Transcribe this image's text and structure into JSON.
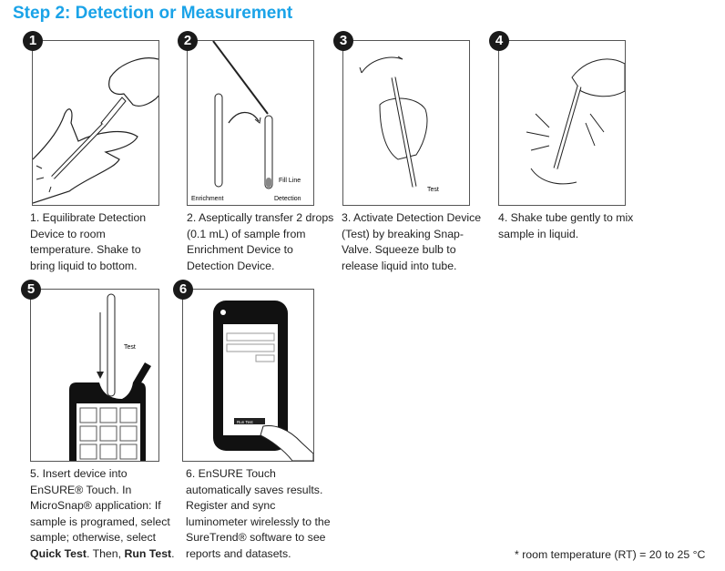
{
  "title": "Step 2: Detection or Measurement",
  "steps": [
    {
      "number": "1",
      "caption": "1. Equilibrate Detection Device to room temperature. Shake to bring liquid to bottom."
    },
    {
      "number": "2",
      "caption": "2. Aseptically transfer 2 drops (0.1 mL) of sample from Enrichment Device to Detection Device.",
      "labels": {
        "enrichment": "Enrichment",
        "detection": "Detection",
        "fill_line": "Fill Line"
      }
    },
    {
      "number": "3",
      "caption": "3. Activate Detection Device (Test) by breaking Snap-Valve. Squeeze bulb to release liquid into tube.",
      "labels": {
        "test": "Test"
      }
    },
    {
      "number": "4",
      "caption": "4. Shake tube gently to mix sample in liquid."
    },
    {
      "number": "5",
      "caption_parts": [
        "5. Insert device into EnSURE® Touch. In MicroSnap® application: If sample is programed, select sample; otherwise, select ",
        "Quick Test",
        ". Then, ",
        "Run Test",
        "."
      ],
      "labels": {
        "test": "Test"
      }
    },
    {
      "number": "6",
      "caption": "6. EnSURE Touch automatically saves results. Register and sync luminometer wirelessly to the SureTrend® software to see reports and datasets.",
      "labels": {
        "run_test": "Run Test"
      }
    }
  ],
  "footnote": "* room temperature (RT) = 20 to 25 °C",
  "colors": {
    "title": "#1aa3e8",
    "badge": "#1a1a1a"
  }
}
